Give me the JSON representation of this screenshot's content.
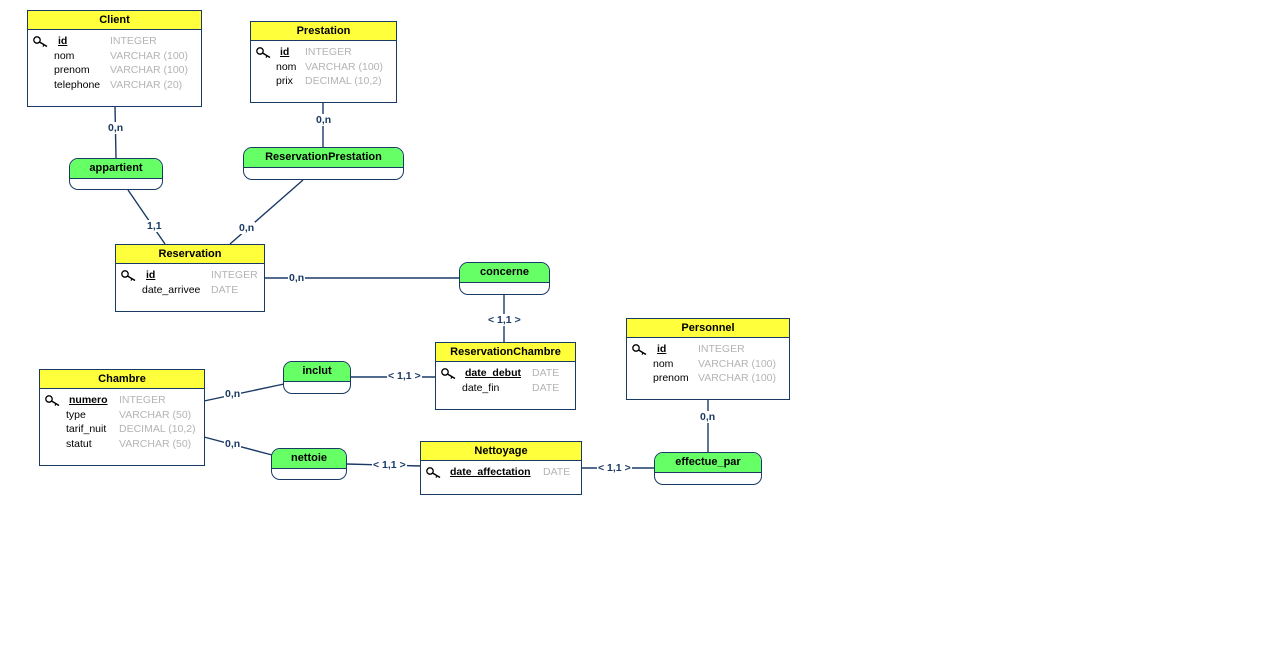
{
  "entities": {
    "client": {
      "title": "Client",
      "attrs": [
        {
          "name": "id",
          "type": "INTEGER"
        },
        {
          "name": "nom",
          "type": "VARCHAR (100)"
        },
        {
          "name": "prenom",
          "type": "VARCHAR (100)"
        },
        {
          "name": "telephone",
          "type": "VARCHAR (20)"
        }
      ]
    },
    "prestation": {
      "title": "Prestation",
      "attrs": [
        {
          "name": "id",
          "type": "INTEGER"
        },
        {
          "name": "nom",
          "type": "VARCHAR (100)"
        },
        {
          "name": "prix",
          "type": "DECIMAL (10,2)"
        }
      ]
    },
    "reservation": {
      "title": "Reservation",
      "attrs": [
        {
          "name": "id",
          "type": "INTEGER"
        },
        {
          "name": "date_arrivee",
          "type": "DATE"
        }
      ]
    },
    "reservation_chambre": {
      "title": "ReservationChambre",
      "attrs": [
        {
          "name": "date_debut",
          "type": "DATE"
        },
        {
          "name": "date_fin",
          "type": "DATE"
        }
      ]
    },
    "personnel": {
      "title": "Personnel",
      "attrs": [
        {
          "name": "id",
          "type": "INTEGER"
        },
        {
          "name": "nom",
          "type": "VARCHAR (100)"
        },
        {
          "name": "prenom",
          "type": "VARCHAR (100)"
        }
      ]
    },
    "chambre": {
      "title": "Chambre",
      "attrs": [
        {
          "name": "numero",
          "type": "INTEGER"
        },
        {
          "name": "type",
          "type": "VARCHAR (50)"
        },
        {
          "name": "tarif_nuit",
          "type": "DECIMAL (10,2)"
        },
        {
          "name": "statut",
          "type": "VARCHAR (50)"
        }
      ]
    },
    "nettoyage": {
      "title": "Nettoyage",
      "attrs": [
        {
          "name": "date_affectation",
          "type": "DATE"
        }
      ]
    }
  },
  "associations": {
    "appartient": "appartient",
    "reservation_prestation": "ReservationPrestation",
    "concerne": "concerne",
    "inclut": "inclut",
    "nettoie": "nettoie",
    "effectue_par": "effectue_par"
  },
  "cardinalities": {
    "client_appartient": "0,n",
    "appartient_reservation": "1,1",
    "prestation_resprest": "0,n",
    "resprest_reservation": "0,n",
    "reservation_concerne": "0,n",
    "concerne_reschambre": "< 1,1 >",
    "chambre_inclut": "0,n",
    "inclut_reschambre": "< 1,1 >",
    "chambre_nettoie": "0,n",
    "nettoie_nettoyage": "< 1,1 >",
    "nettoyage_effectue": "< 1,1 >",
    "personnel_effectue": "0,n"
  },
  "colors": {
    "entity_header": "#ffff3c",
    "association_header": "#66ff66",
    "line": "#1a3a66",
    "type_text": "#b4b4b4"
  },
  "icons": {
    "primary_key": "key-icon"
  }
}
